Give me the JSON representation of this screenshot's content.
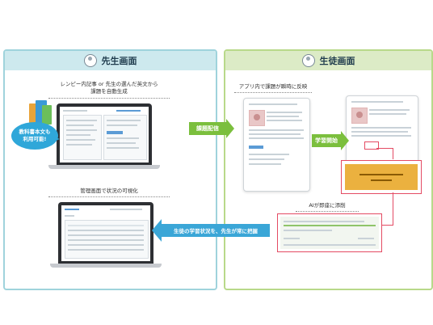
{
  "teacher_panel": {
    "title": "先生画面",
    "top_caption": [
      "レンピー内記事 or 先生の選んだ英文から",
      "課題を自動生成"
    ],
    "bubble": [
      "教科書本文も",
      "利用可能!"
    ],
    "bottom_caption": "管理画面で状況の可視化"
  },
  "student_panel": {
    "title": "生徒画面",
    "top_caption": "アプリ内で課題が瞬時に反映",
    "ai_caption": "AIが即座に添削",
    "popup_text": "",
    "popup_button": ""
  },
  "arrows": {
    "assign": "課題配信",
    "start": "学習開始",
    "feedback": "生徒の学習状況を、先生が常に把握"
  },
  "colors": {
    "teacher_header": "#cde9ee",
    "student_header": "#dcebc6",
    "green_arrow": "#7bbf3d",
    "blue_arrow": "#3aa6d7",
    "highlight_red": "#e44b63",
    "popup_orange": "#ebb13f"
  },
  "icons": [
    "teacher-avatar-icon",
    "student-avatar-icon",
    "textbook-icon"
  ]
}
